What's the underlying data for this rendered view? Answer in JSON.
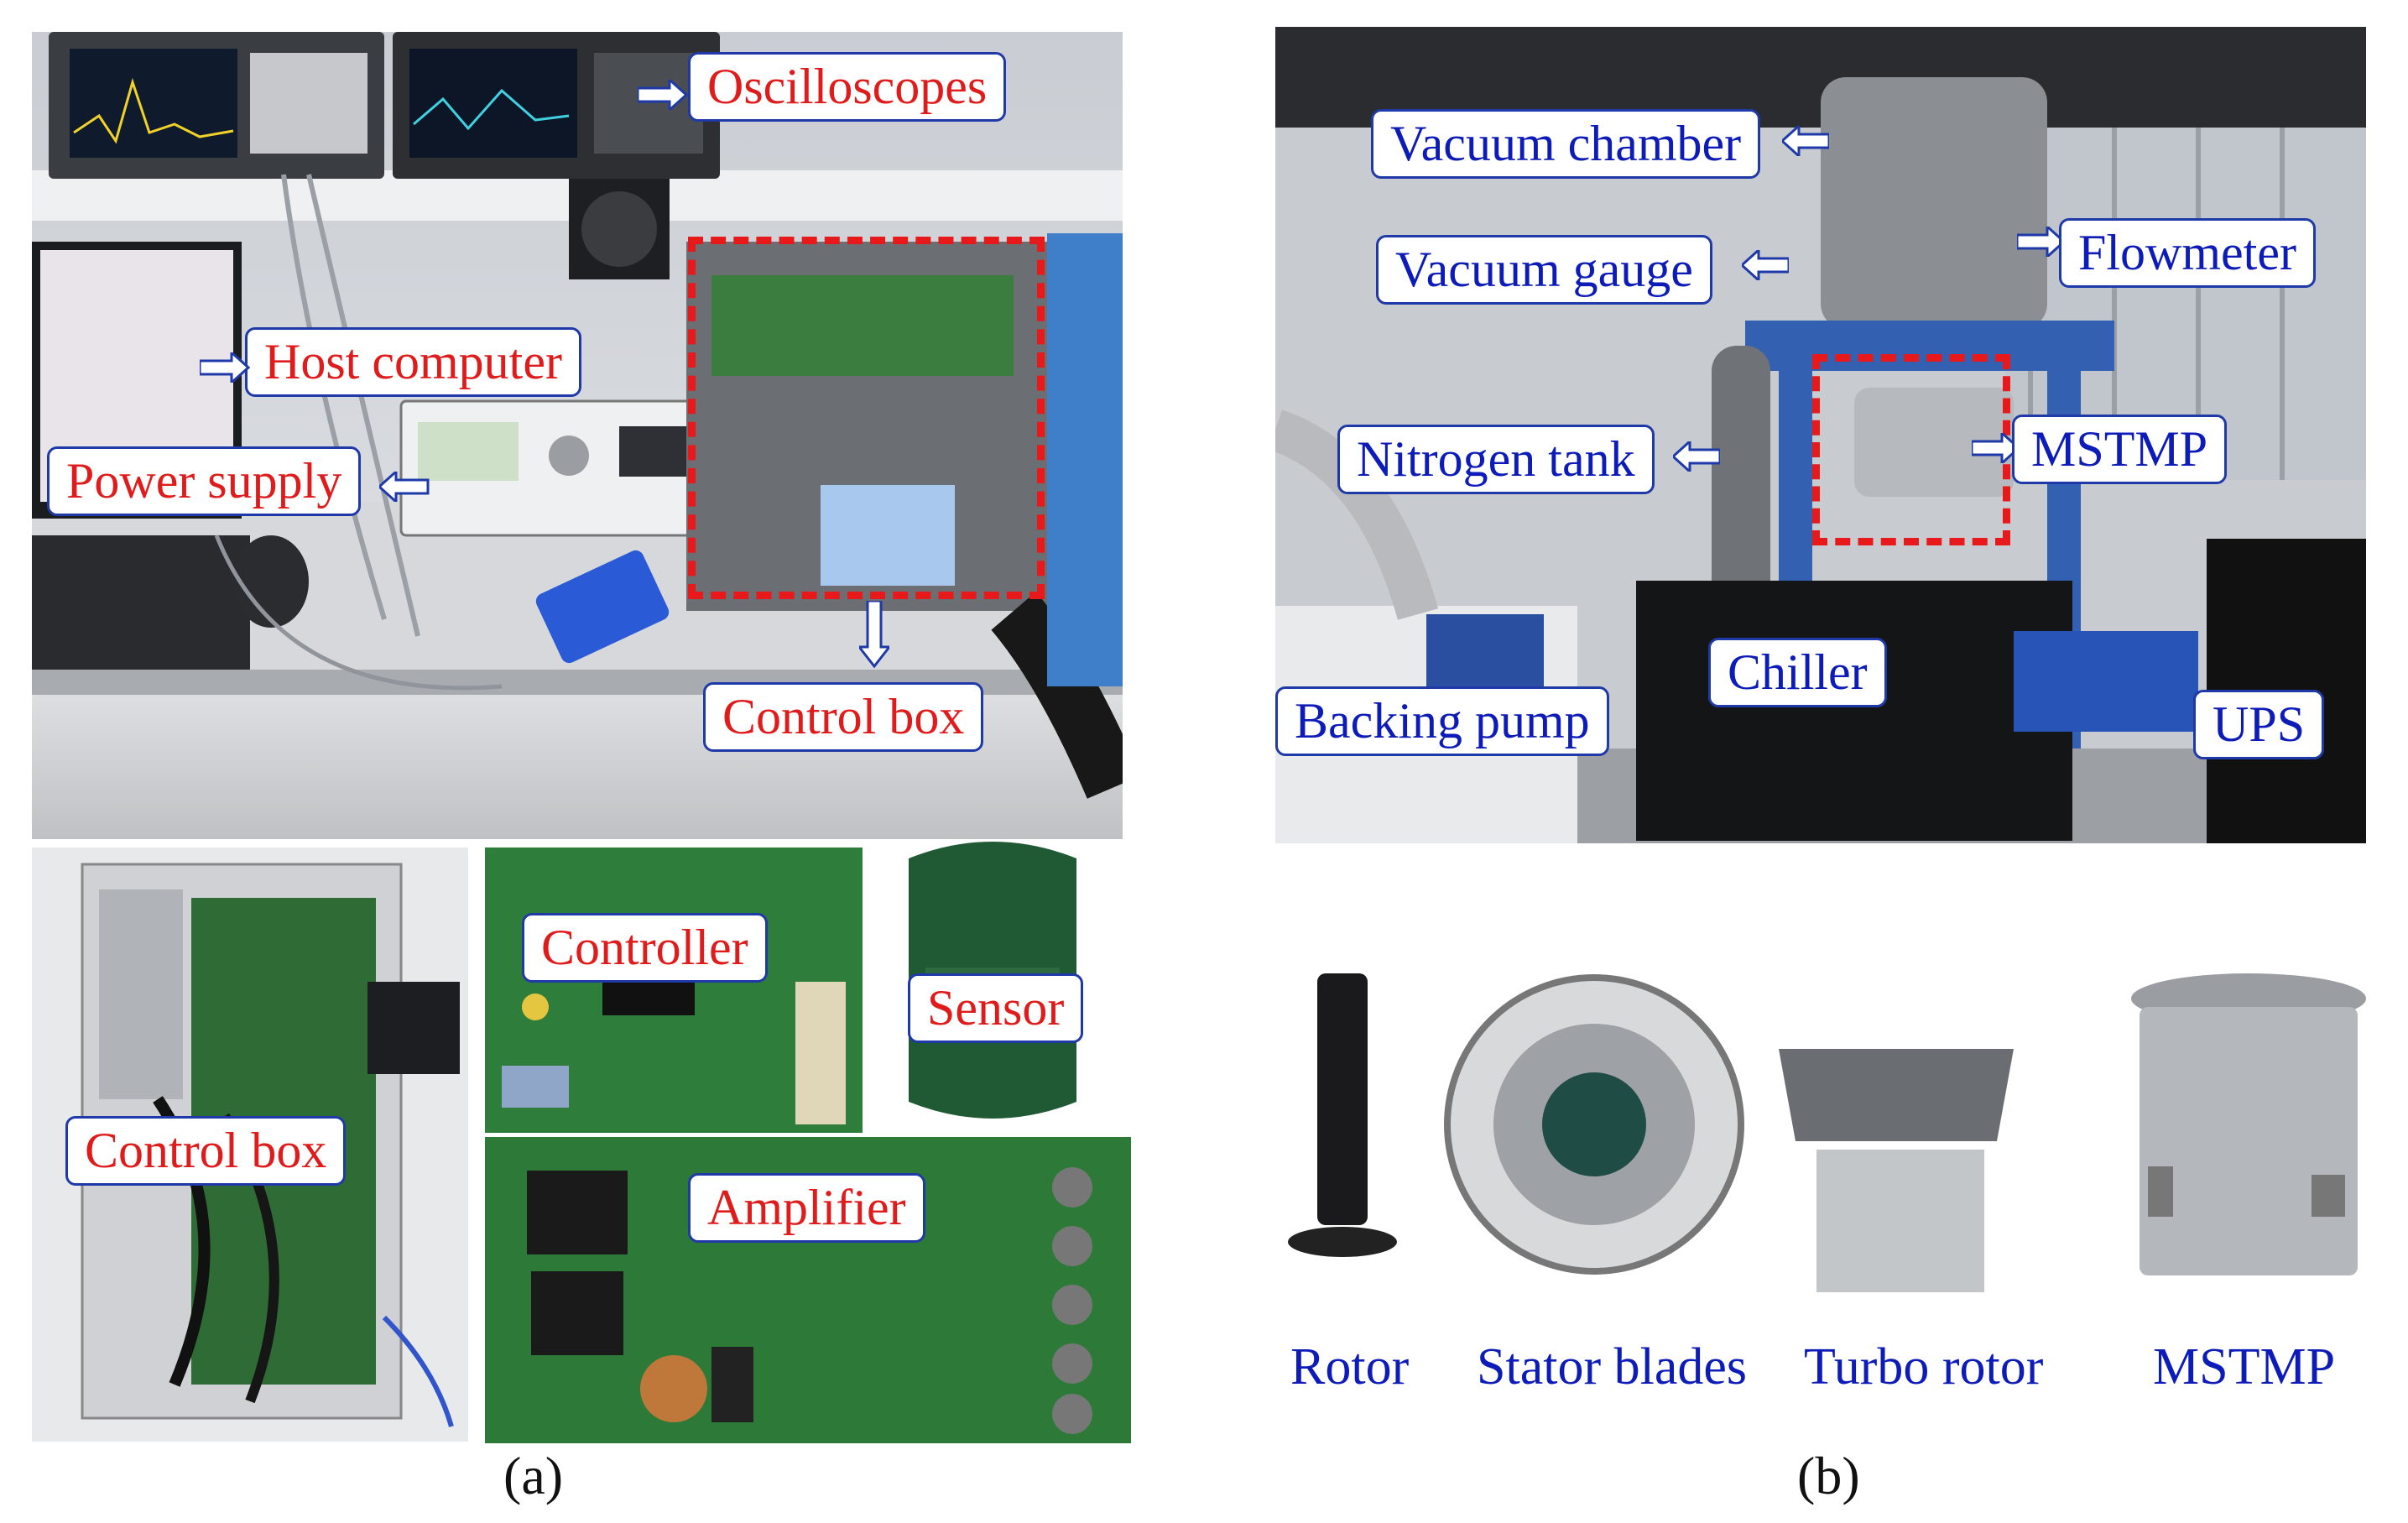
{
  "panel_a": {
    "labels": {
      "oscilloscopes": "Oscilloscopes",
      "host_computer": "Host computer",
      "power_supply": "Power supply",
      "control_box_top": "Control box",
      "control_box_bottom": "Control box",
      "controller": "Controller",
      "sensor": "Sensor",
      "amplifier": "Amplifier"
    },
    "caption": "(a)"
  },
  "panel_b": {
    "labels": {
      "vacuum_chamber": "Vacuum chamber",
      "vacuum_gauge": "Vacuum gauge",
      "flowmeter": "Flowmeter",
      "nitrogen_tank": "Nitrogen tank",
      "mstmp": "MSTMP",
      "chiller": "Chiller",
      "backing_pump": "Backing pump",
      "ups": "UPS"
    },
    "components": [
      "Rotor",
      "Stator blades",
      "Turbo rotor",
      "MSTMP"
    ],
    "caption": "(b)"
  },
  "colors": {
    "label_text_red": "#e01b1b",
    "label_text_blue": "#0d1cb8",
    "label_border": "#1f3aa8",
    "dashed_box": "#e8191b"
  }
}
